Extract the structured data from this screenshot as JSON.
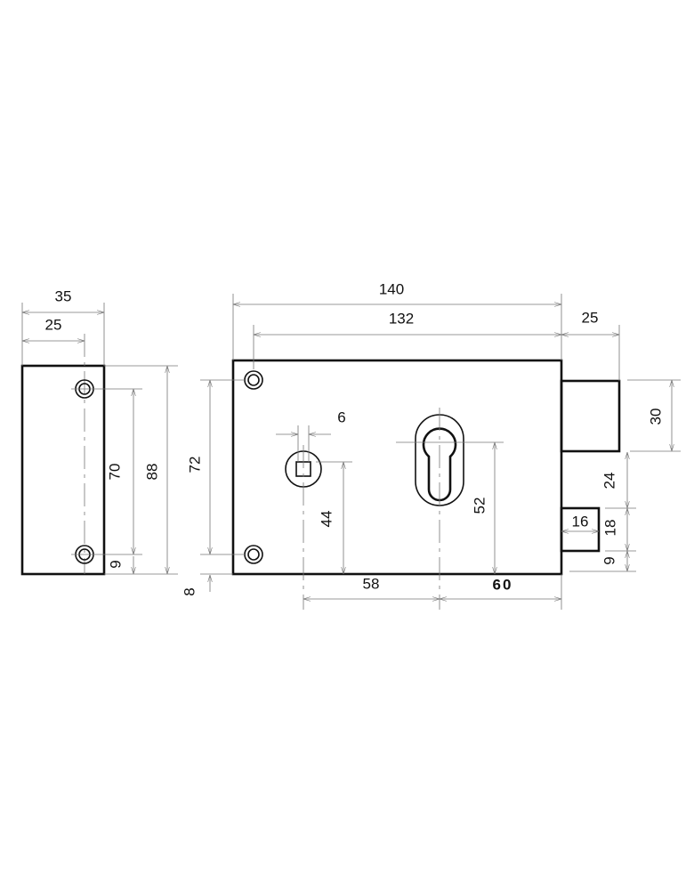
{
  "strike_plate": {
    "width_total": "35",
    "hole_offset": "25",
    "hole_spacing": "70",
    "height": "88",
    "bottom_offset": "9"
  },
  "lock_body": {
    "screw_spacing": "72",
    "screw_bottom_offset": "8",
    "width_total": "140",
    "width_inner": "132",
    "bolt_throw": "25",
    "bolt_height": "30",
    "bolt_to_latch": "24",
    "latch_height": "18",
    "latch_bottom_offset": "9",
    "latch_throw": "16",
    "spindle_size": "6",
    "spindle_height": "44",
    "cylinder_height": "52",
    "spindle_to_cylinder": "58",
    "backset": "60"
  }
}
